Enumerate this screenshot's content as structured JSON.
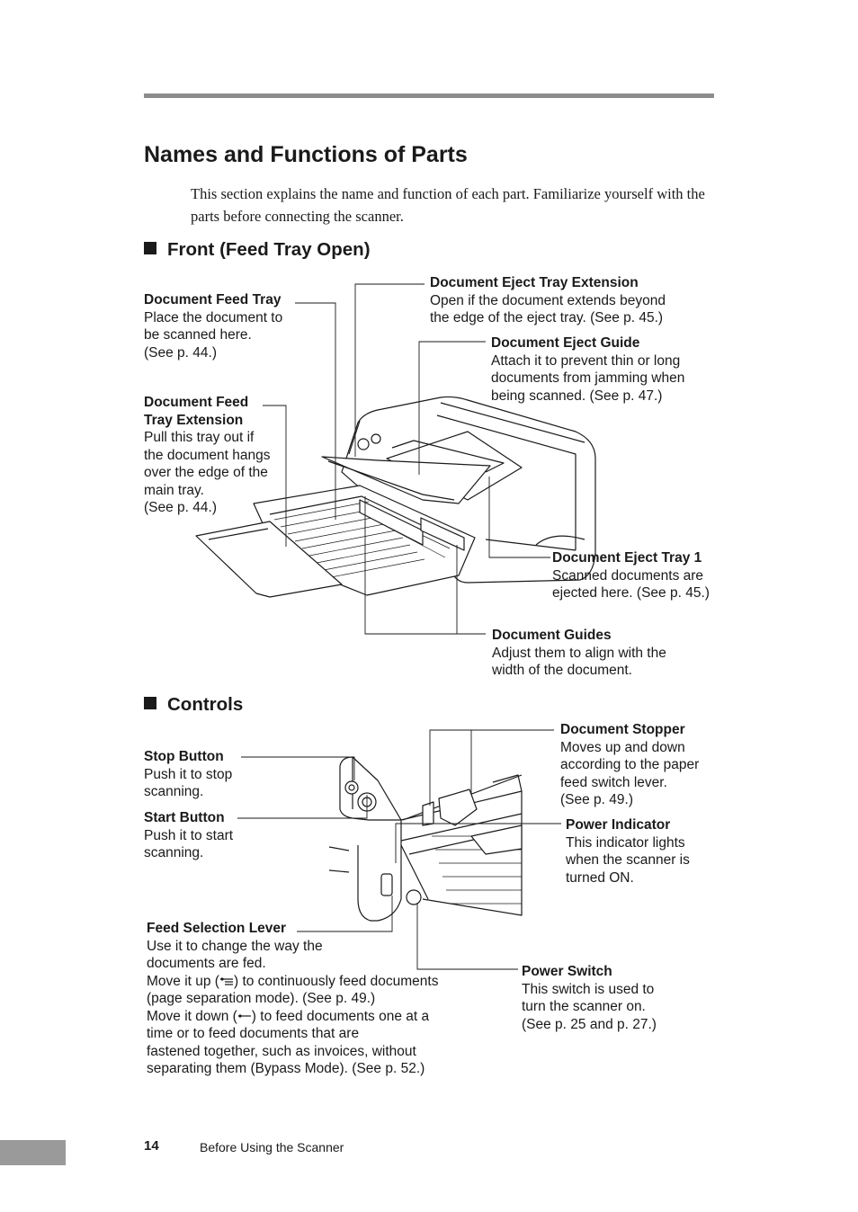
{
  "page": {
    "title": "Names and Functions of Parts",
    "intro": "This section explains the name and function of each part. Familiarize yourself with the parts before connecting the scanner."
  },
  "front": {
    "heading": "Front (Feed Tray Open)",
    "callouts": {
      "feed_tray": {
        "title": "Document Feed Tray",
        "desc": "Place the document to\nbe scanned here.\n(See p. 44.)"
      },
      "feed_ext": {
        "title": "Document Feed\nTray Extension",
        "desc": "Pull this tray out if\nthe document hangs\nover the edge of the\nmain tray.\n(See p. 44.)"
      },
      "eject_ext": {
        "title": "Document Eject Tray Extension",
        "desc": "Open if the document extends beyond\nthe edge of the eject tray. (See p. 45.)"
      },
      "eject_guide": {
        "title": "Document Eject Guide",
        "desc": "Attach it to prevent thin or long\ndocuments from jamming when\nbeing scanned. (See p. 47.)"
      },
      "eject_tray": {
        "title": "Document Eject Tray 1",
        "desc": "Scanned documents are\nejected here. (See p. 45.)"
      },
      "guides": {
        "title": "Document Guides",
        "desc": "Adjust them to align with the\nwidth of the document."
      }
    }
  },
  "controls": {
    "heading": "Controls",
    "callouts": {
      "stop": {
        "title": "Stop Button",
        "desc": "Push it to stop\nscanning."
      },
      "start": {
        "title": "Start Button",
        "desc": "Push it to start\nscanning."
      },
      "stopper": {
        "title": "Document Stopper",
        "desc": "Moves up and down\naccording to the paper\nfeed switch lever.\n(See p. 49.)"
      },
      "power_ind": {
        "title": "Power Indicator",
        "desc": "This indicator lights\nwhen the scanner is\nturned ON."
      },
      "power_sw": {
        "title": "Power Switch",
        "desc": "This switch is used to\nturn the scanner on.\n(See p. 25 and p. 27.)"
      },
      "feed_lever": {
        "title": "Feed Selection Lever",
        "line1": "Use it to change the way the",
        "line2": "documents are fed.",
        "line3a": "Move it up (",
        "line3b": ") to continuously feed documents",
        "line4": "(page separation mode). (See p. 49.)",
        "line5a": "Move it down (",
        "line5b": ") to feed documents one at a",
        "line6": "time or to feed documents that are",
        "line7": "fastened together, such as invoices, without",
        "line8": "separating them (Bypass Mode). (See p. 52.)"
      }
    }
  },
  "footer": {
    "page_number": "14",
    "chapter": "Before Using the Scanner"
  }
}
